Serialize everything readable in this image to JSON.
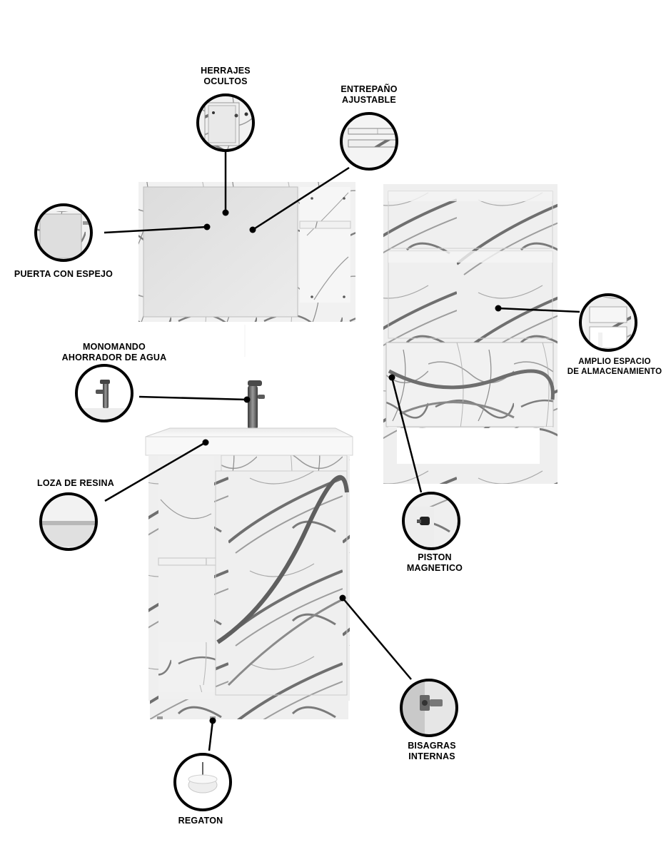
{
  "labels": {
    "herrajes": [
      "HERRAJES",
      "OCULTOS"
    ],
    "entrepano": [
      "ENTREPAÑO",
      "AJUSTABLE"
    ],
    "puerta": [
      "PUERTA CON ESPEJO"
    ],
    "monomando": [
      "MONOMANDO",
      "AHORRADOR DE AGUA"
    ],
    "loza": [
      "LOZA DE RESINA"
    ],
    "regaton": [
      "REGATON"
    ],
    "bisagras": [
      "BISAGRAS",
      "INTERNAS"
    ],
    "piston": [
      "PISTON",
      "MAGNETICO"
    ],
    "amplio": [
      "AMPLIO ESPACIO",
      "DE ALMACENAMIENTO"
    ]
  },
  "colors": {
    "line": "#000000",
    "marble_light": "#f1f1f1",
    "marble_vein": "#7d7d7d",
    "mirror": "#e4e4e4",
    "background": "#ffffff"
  },
  "icons": [
    "hinge-icon",
    "shelf-icon",
    "mirror-door-icon",
    "faucet-icon",
    "basin-icon",
    "leveler-foot-icon",
    "internal-hinge-icon",
    "magnetic-piston-icon",
    "storage-icon"
  ]
}
